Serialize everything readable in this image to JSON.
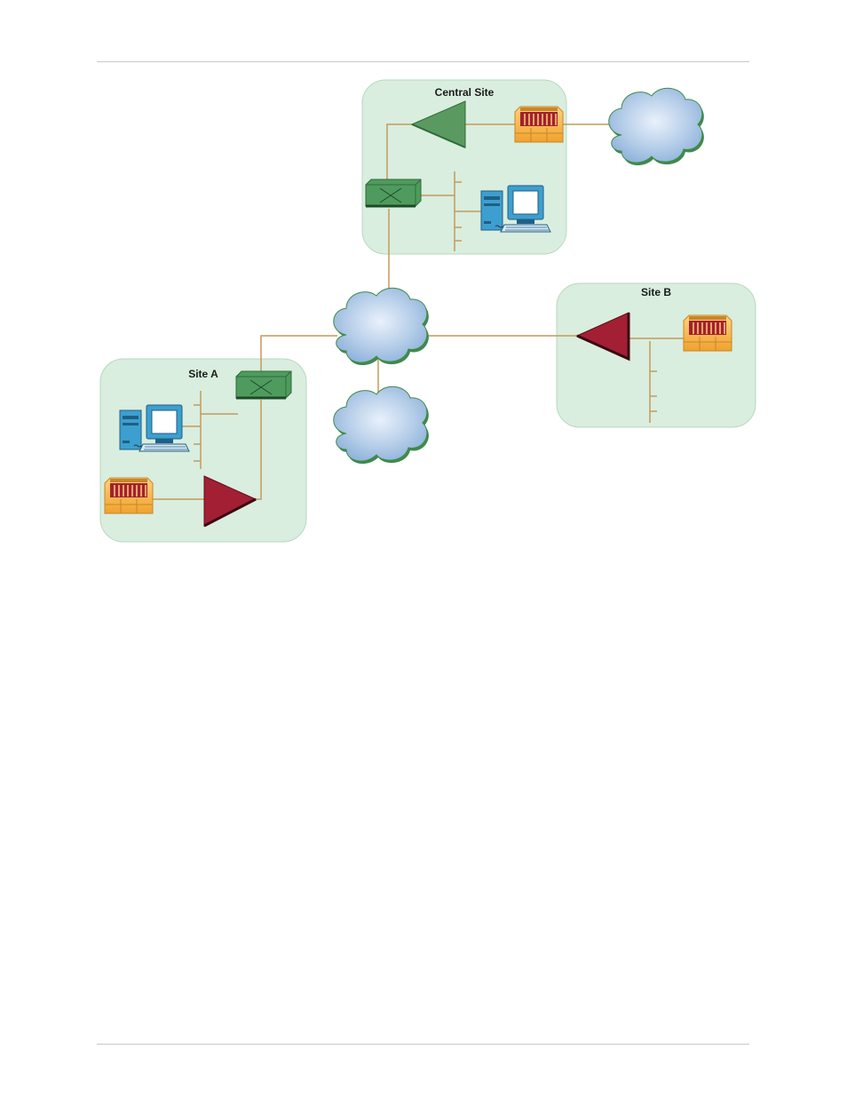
{
  "sites": {
    "central": {
      "label": "Central Site"
    },
    "a": {
      "label": "Site A"
    },
    "b": {
      "label": "Site B"
    }
  },
  "colors": {
    "site_fill": "#d9eedf",
    "site_stroke": "#b8d8c2",
    "link": "#c49a5a",
    "router_green": "#5a9a60",
    "router_red": "#a31f34",
    "switch_green": "#4f9b5e",
    "firewall_orange": "#f5b13a",
    "firewall_red": "#a5202e",
    "workstation_blue": "#3d9fcf",
    "cloud_edge": "#3f8a4a",
    "cloud_fill": "#b9d0ea"
  },
  "icons": [
    "router-icon",
    "switch-icon",
    "firewall-icon",
    "workstation-icon",
    "cloud-icon"
  ]
}
